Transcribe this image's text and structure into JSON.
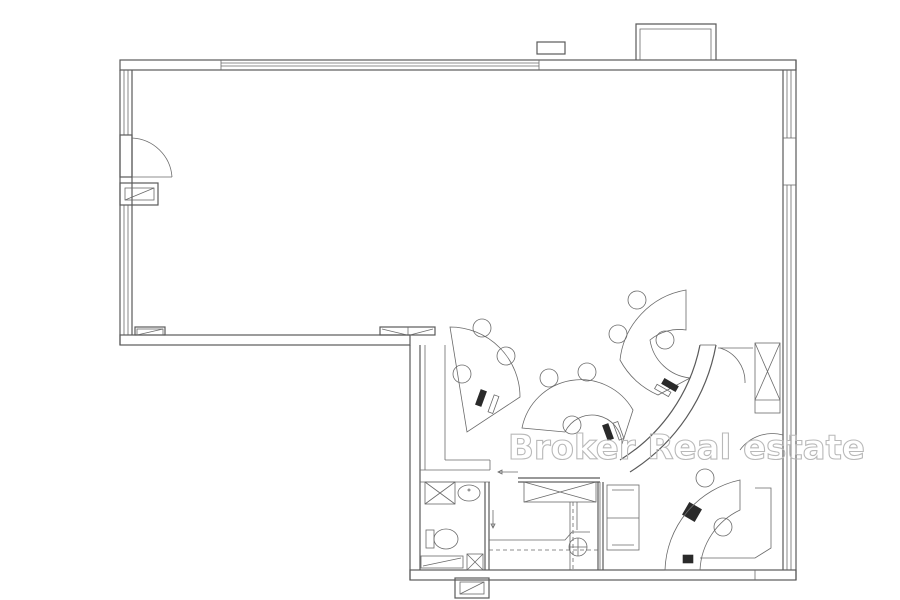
{
  "drawing": {
    "type": "architectural floor plan",
    "style": "line drawing",
    "stroke_color": "#5a5a5a",
    "background": "#ffffff"
  },
  "watermark": {
    "text": "Broker Real estate",
    "color": "#b9b9b9"
  },
  "rooms": [
    {
      "name": "main-open-space",
      "description": "large empty rectangular room"
    },
    {
      "name": "office-area",
      "description": "curved desks with chairs"
    },
    {
      "name": "bathroom",
      "description": "toilet and sink"
    },
    {
      "name": "lounge",
      "description": "sofa and small table"
    },
    {
      "name": "private-office",
      "description": "corner office with desk and chairs"
    }
  ]
}
